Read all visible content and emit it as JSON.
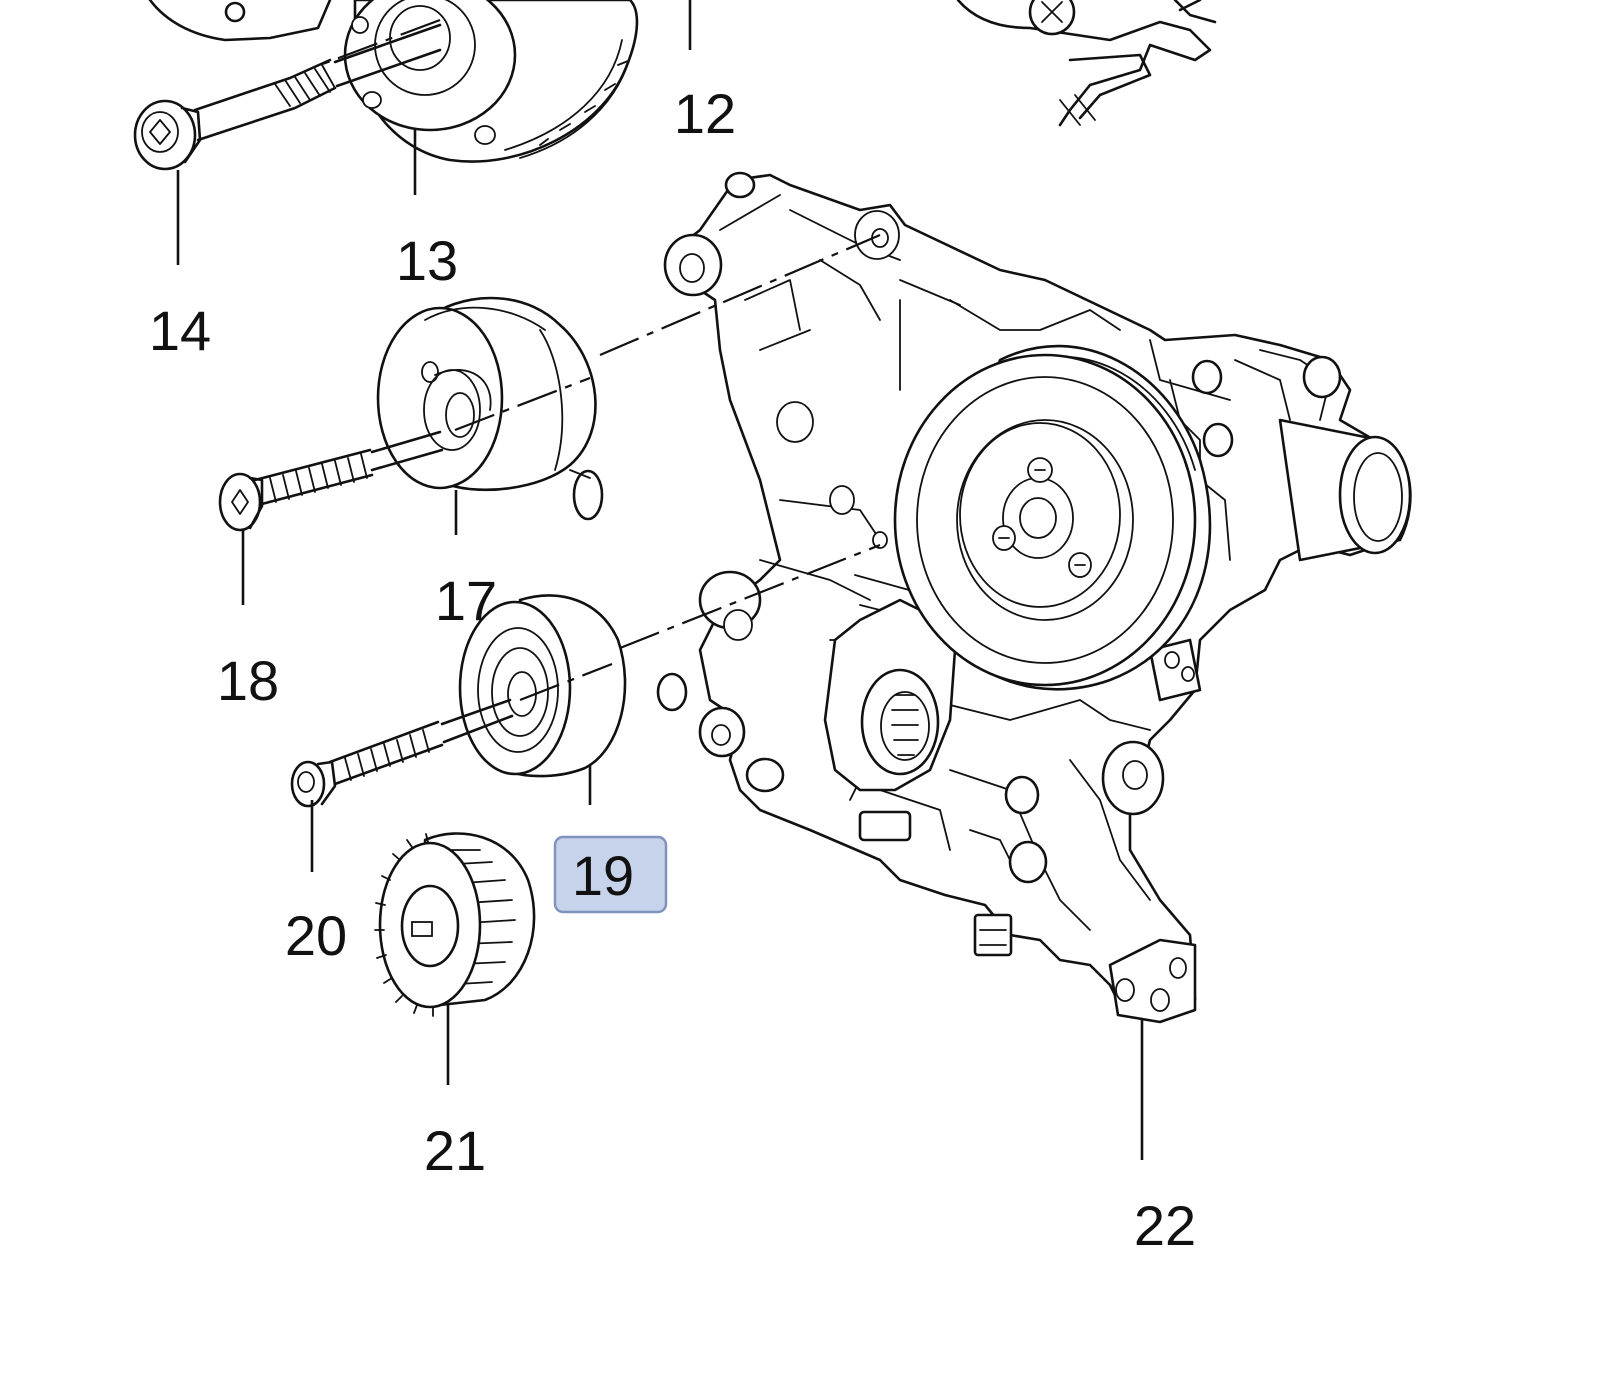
{
  "callouts": {
    "c12": "12",
    "c13": "13",
    "c14": "14",
    "c17": "17",
    "c18": "18",
    "c19": "19",
    "c20": "20",
    "c21": "21",
    "c22": "22"
  },
  "highlight": {
    "callout": "19",
    "fill": "#c7d3ea",
    "border": "#7f93bd"
  }
}
